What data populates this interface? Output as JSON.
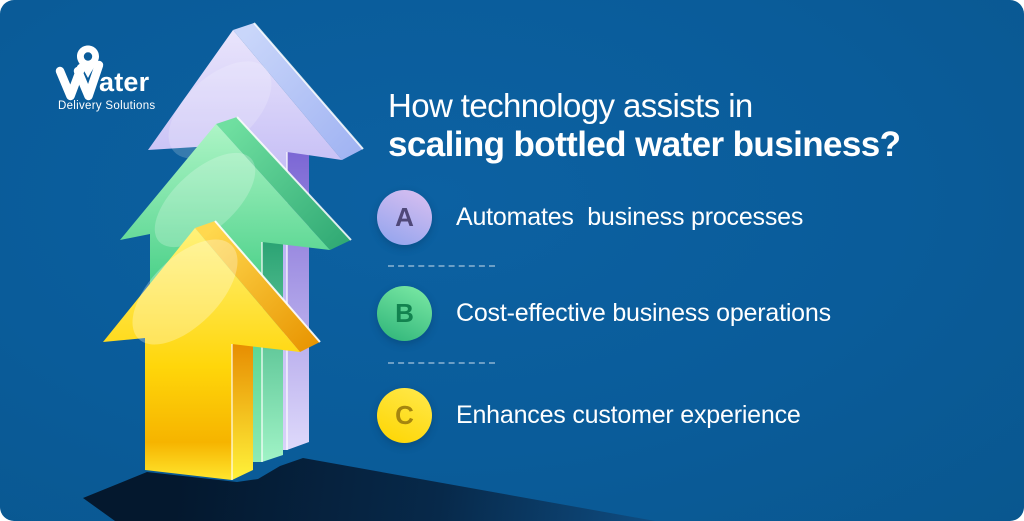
{
  "canvas": {
    "background_color": "#0a5c9a",
    "text_color": "#ffffff"
  },
  "logo": {
    "brand": "Water",
    "brand_suffix": "ater",
    "tagline": "Delivery Solutions"
  },
  "heading": {
    "line1": "How technology assists in",
    "line2": "scaling bottled water business?"
  },
  "items": [
    {
      "label": "A",
      "text": "Automates  business processes",
      "badge_gradient_start": "#dcc0f0",
      "badge_gradient_end": "#8fa3ee",
      "letter_color": "#4f4878"
    },
    {
      "label": "B",
      "text": "Cost-effective business operations",
      "badge_gradient_start": "#7eeba6",
      "badge_gradient_end": "#2db378",
      "letter_color": "#12824f"
    },
    {
      "label": "C",
      "text": "Enhances customer experience",
      "badge_gradient_start": "#ffe94d",
      "badge_gradient_end": "#fed500",
      "letter_color": "#a5850f"
    }
  ],
  "illustration": {
    "arrows": [
      {
        "name": "purple-arrow",
        "color": "#b9b1f3"
      },
      {
        "name": "green-arrow",
        "color": "#46cf86"
      },
      {
        "name": "yellow-arrow",
        "color": "#ffd60a"
      }
    ],
    "shadow_color": "#07294a"
  }
}
